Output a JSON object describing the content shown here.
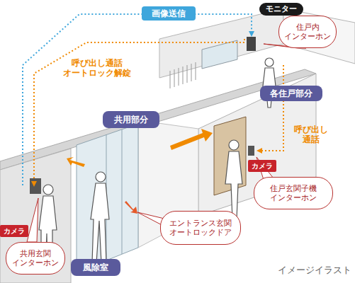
{
  "diagram": {
    "nodes": [
      {
        "text": [
          "画像送信"
        ]
      },
      {
        "text": [
          "モニター"
        ]
      },
      {
        "text": [
          "住戸内 インターホン"
        ]
      },
      {
        "text": [
          "各住戸部分"
        ]
      },
      {
        "text": [
          "共用部分"
        ]
      },
      {
        "text": [
          "カメラ"
        ]
      },
      {
        "text": [
          "住戸玄関子機 インターホン"
        ]
      },
      {
        "text": [
          "エントランス玄関 オートロックドア"
        ]
      },
      {
        "text": [
          "カメラ"
        ]
      },
      {
        "text": [
          "共用玄関 インターホン"
        ]
      },
      {
        "text": [
          "風除室"
        ]
      }
    ],
    "labels": [
      "呼び出し通話 オートロック解錠",
      "呼び出し 通話",
      "イメージイラスト"
    ]
  }
}
